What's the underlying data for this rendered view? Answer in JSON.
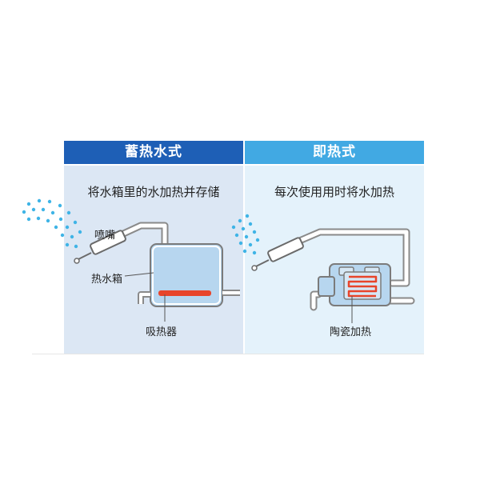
{
  "storage": {
    "title": "蓄热水式",
    "description": "将水箱里的水加热并存储",
    "labels": {
      "nozzle": "喷嘴",
      "tank": "热水箱",
      "heater": "吸热器"
    }
  },
  "instant": {
    "title": "即热式",
    "description": "每次使用用时将水加热",
    "labels": {
      "ceramic": "陶瓷加热"
    }
  },
  "colors": {
    "storage_header": "#1e5fb6",
    "instant_header": "#41a9e3",
    "heater": "#e8452b",
    "water_spray": "#3fb4e6"
  }
}
